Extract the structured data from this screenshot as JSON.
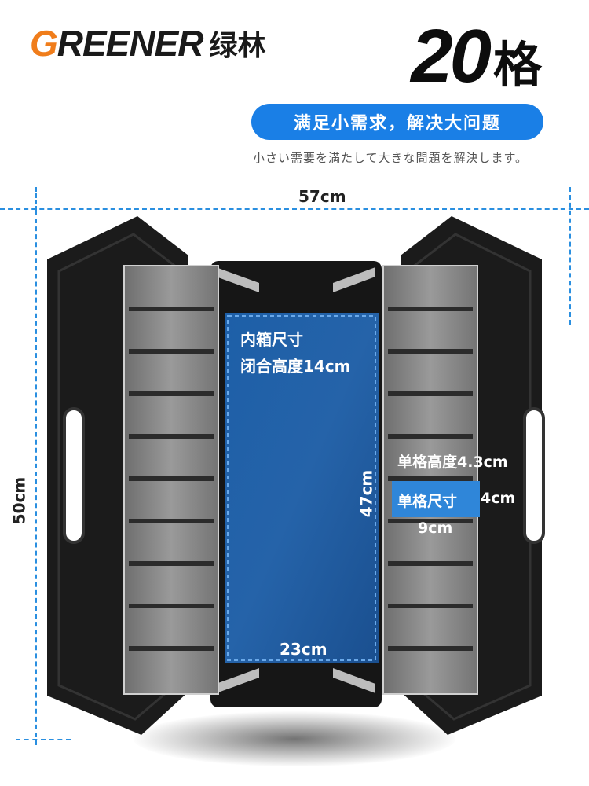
{
  "brand": {
    "latin_first": "G",
    "latin_rest": "REENER",
    "chinese": "绿林"
  },
  "headline": {
    "number": "20",
    "unit": "格"
  },
  "pill_text": "满足小需求，解决大问题",
  "subtitle": "小さい需要を満たして大きな問題を解決します。",
  "dimensions": {
    "width": "57cm",
    "height": "50cm",
    "inner_length": "47cm",
    "inner_width": "23cm"
  },
  "inner_box": {
    "title": "内箱尺寸",
    "closed_height": "闭合高度14cm"
  },
  "cell": {
    "height_label": "单格高度4.3cm",
    "size_label": "单格尺寸",
    "depth": "4cm",
    "width": "9cm"
  },
  "colors": {
    "accent_blue": "#1a7fe6",
    "brand_orange": "#f07d1b",
    "box_black": "#1b1b1b",
    "tray_gray": "#8f8f8f"
  }
}
